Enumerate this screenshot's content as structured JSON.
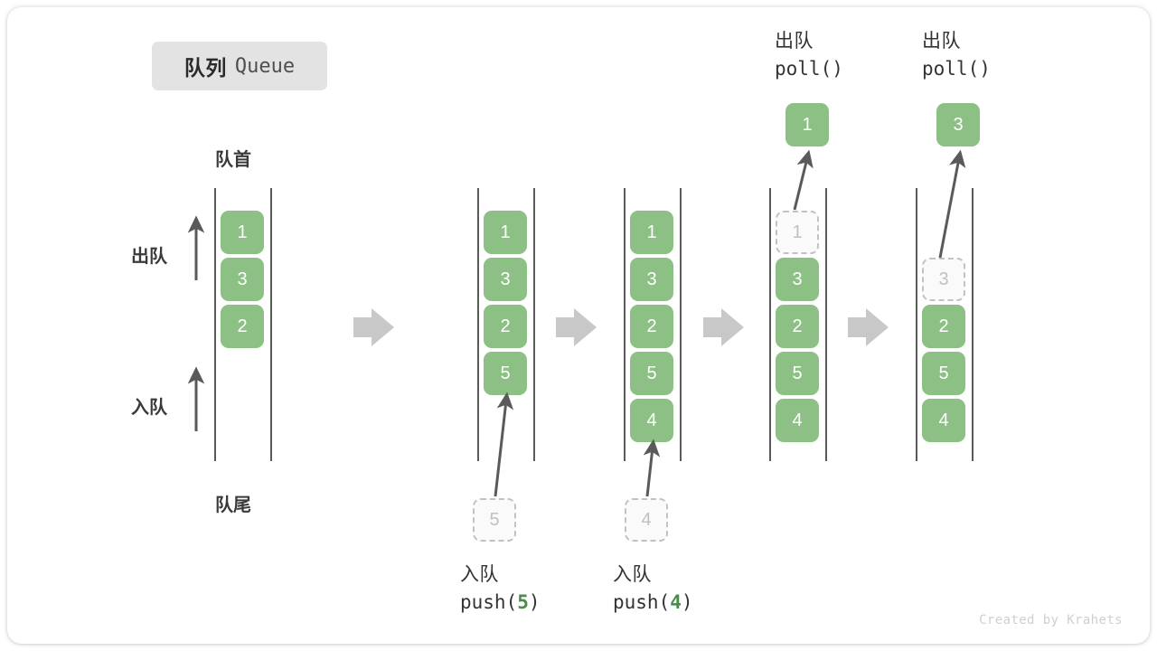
{
  "title": {
    "cn": "队列",
    "en": "Queue"
  },
  "labels": {
    "head": "队首",
    "tail": "队尾",
    "dequeue_axis": "出队",
    "enqueue_axis": "入队"
  },
  "colors": {
    "cell_green": "#8cc084",
    "cell_text": "#ffffff",
    "ghost_fill": "#fafafa",
    "ghost_border": "#c2c2c2",
    "ghost_text": "#c0c0c0",
    "rail": "#5a5a5a",
    "step_arrow": "#c8c8c8",
    "thin_arrow": "#5a5a5a",
    "chip_bg": "#e3e3e3",
    "code_accent": "#4b8b4b"
  },
  "steps": [
    {
      "id": "initial",
      "cells": [
        "1",
        "3",
        "2"
      ],
      "ghost_index": -1,
      "empty_top_slots": 0
    },
    {
      "id": "after-push-5",
      "cells": [
        "1",
        "3",
        "2",
        "5"
      ],
      "ghost_index": -1,
      "empty_top_slots": 0
    },
    {
      "id": "after-push-4",
      "cells": [
        "1",
        "3",
        "2",
        "5",
        "4"
      ],
      "ghost_index": -1,
      "empty_top_slots": 0
    },
    {
      "id": "after-poll-1",
      "cells": [
        "1",
        "3",
        "2",
        "5",
        "4"
      ],
      "ghost_index": 0,
      "empty_top_slots": 0
    },
    {
      "id": "after-poll-3",
      "cells": [
        "3",
        "2",
        "5",
        "4"
      ],
      "ghost_index": 0,
      "empty_top_slots": 1
    }
  ],
  "operations": [
    {
      "id": "push-5",
      "cn": "入队",
      "code_prefix": "push(",
      "code_value": "5",
      "code_suffix": ")",
      "pending_value": "5"
    },
    {
      "id": "push-4",
      "cn": "入队",
      "code_prefix": "push(",
      "code_value": "4",
      "code_suffix": ")",
      "pending_value": "4"
    },
    {
      "id": "poll-1",
      "cn": "出队",
      "code_prefix": "poll(",
      "code_value": "",
      "code_suffix": ")",
      "returned_value": "1"
    },
    {
      "id": "poll-3",
      "cn": "出队",
      "code_prefix": "poll(",
      "code_value": "",
      "code_suffix": ")",
      "returned_value": "3"
    }
  ],
  "credit": "Created by Krahets"
}
